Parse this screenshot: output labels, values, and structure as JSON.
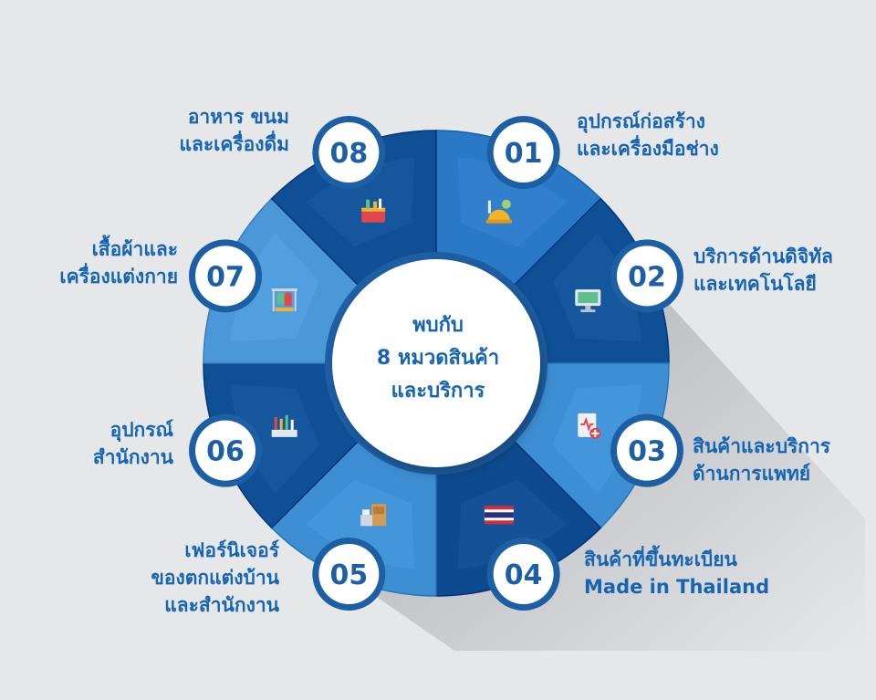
{
  "center": {
    "lines": [
      "พบกับ",
      "8 หมวดสินค้า",
      "และบริการ"
    ]
  },
  "categories": [
    {
      "number": "01",
      "lines": [
        "อุปกรณ์ก่อสร้าง",
        "และเครื่องมือช่าง"
      ],
      "icon": "tools-helmet-icon",
      "color": "#2a79c6"
    },
    {
      "number": "02",
      "lines": [
        "บริการด้านดิจิทัล",
        "และเทคโนโลยี"
      ],
      "icon": "computer-monitor-icon",
      "color": "#0f4f96"
    },
    {
      "number": "03",
      "lines": [
        "สินค้าและบริการ",
        "ด้านการแพทย์"
      ],
      "icon": "medical-chart-icon",
      "color": "#3d8ed3"
    },
    {
      "number": "04",
      "lines": [
        "สินค้าที่ขึ้นทะเบียน",
        "Made in Thailand"
      ],
      "icon": "thai-flag-icon",
      "color": "#0d4a8f"
    },
    {
      "number": "05",
      "lines": [
        "เฟอร์นิเจอร์",
        "ของตกแต่งบ้าน",
        "และสำนักงาน"
      ],
      "icon": "furniture-icon",
      "color": "#3d8ed3"
    },
    {
      "number": "06",
      "lines": [
        "อุปกรณ์",
        "สำนักงาน"
      ],
      "icon": "office-supplies-icon",
      "color": "#0f4f96"
    },
    {
      "number": "07",
      "lines": [
        "เสื้อผ้าและ",
        "เครื่องแต่งกาย"
      ],
      "icon": "clothes-rack-icon",
      "color": "#4b97d8"
    },
    {
      "number": "08",
      "lines": [
        "อาหาร ขนม",
        "และเครื่องดื่ม"
      ],
      "icon": "food-drink-icon",
      "color": "#0f4f96"
    }
  ],
  "colors": {
    "text": "#1565b3",
    "badge_ring": "#1d5fa5",
    "background": "#e6e7e9"
  }
}
